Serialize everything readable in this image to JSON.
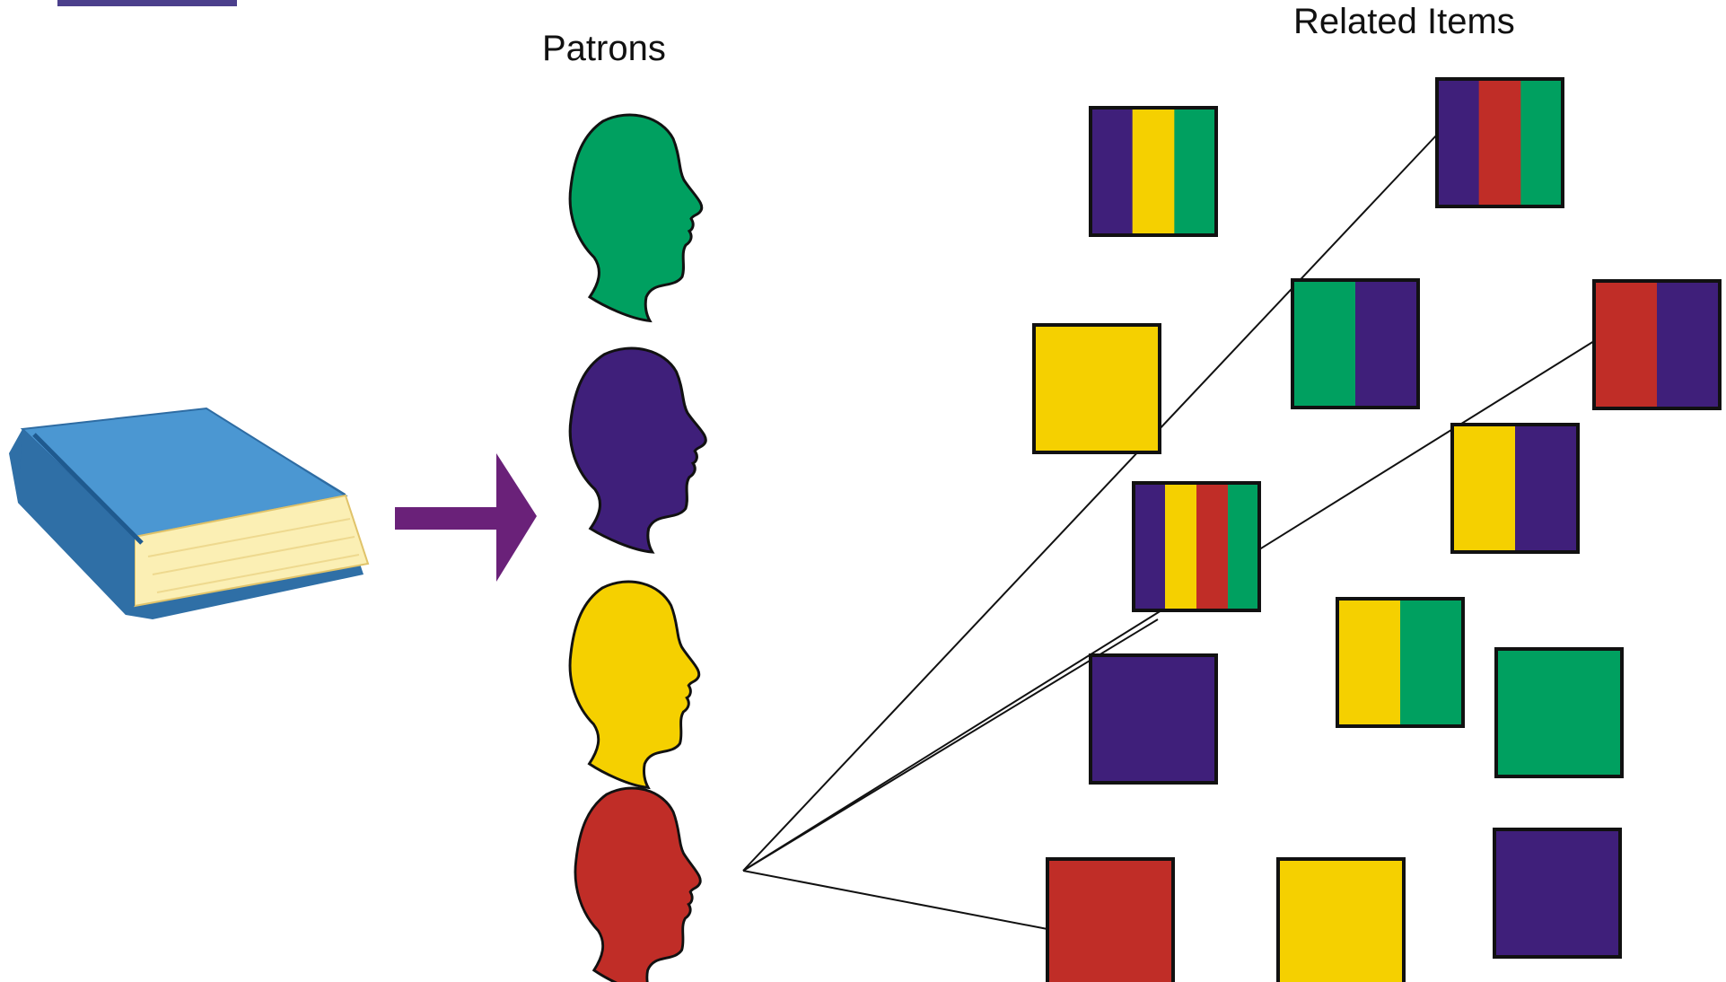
{
  "labels": {
    "patrons": "Patrons",
    "related_items": "Related Items"
  },
  "colors": {
    "purple": "#3f1f7a",
    "yellow": "#f5d000",
    "red": "#c02d27",
    "green": "#00a060",
    "book": "#4893cf",
    "book_dark": "#2f6fa6",
    "pages": "#fbefb4",
    "arrow": "#6a2179"
  },
  "patrons": [
    {
      "name": "patron-green",
      "color": "green"
    },
    {
      "name": "patron-purple",
      "color": "purple"
    },
    {
      "name": "patron-yellow",
      "color": "yellow"
    },
    {
      "name": "patron-red",
      "color": "red"
    }
  ],
  "items": [
    {
      "stripes": [
        "purple",
        "yellow",
        "green"
      ]
    },
    {
      "stripes": [
        "purple",
        "red",
        "green"
      ]
    },
    {
      "stripes": [
        "green",
        "purple"
      ]
    },
    {
      "stripes": [
        "yellow"
      ]
    },
    {
      "stripes": [
        "red",
        "purple"
      ]
    },
    {
      "stripes": [
        "yellow",
        "purple"
      ]
    },
    {
      "stripes": [
        "purple",
        "yellow",
        "red",
        "green"
      ]
    },
    {
      "stripes": [
        "yellow",
        "green"
      ]
    },
    {
      "stripes": [
        "purple"
      ]
    },
    {
      "stripes": [
        "green"
      ]
    },
    {
      "stripes": [
        "red"
      ]
    },
    {
      "stripes": [
        "yellow"
      ]
    },
    {
      "stripes": [
        "purple"
      ]
    }
  ],
  "connections": {
    "from": "patron-red",
    "to_items": [
      1,
      4,
      6,
      10
    ]
  }
}
